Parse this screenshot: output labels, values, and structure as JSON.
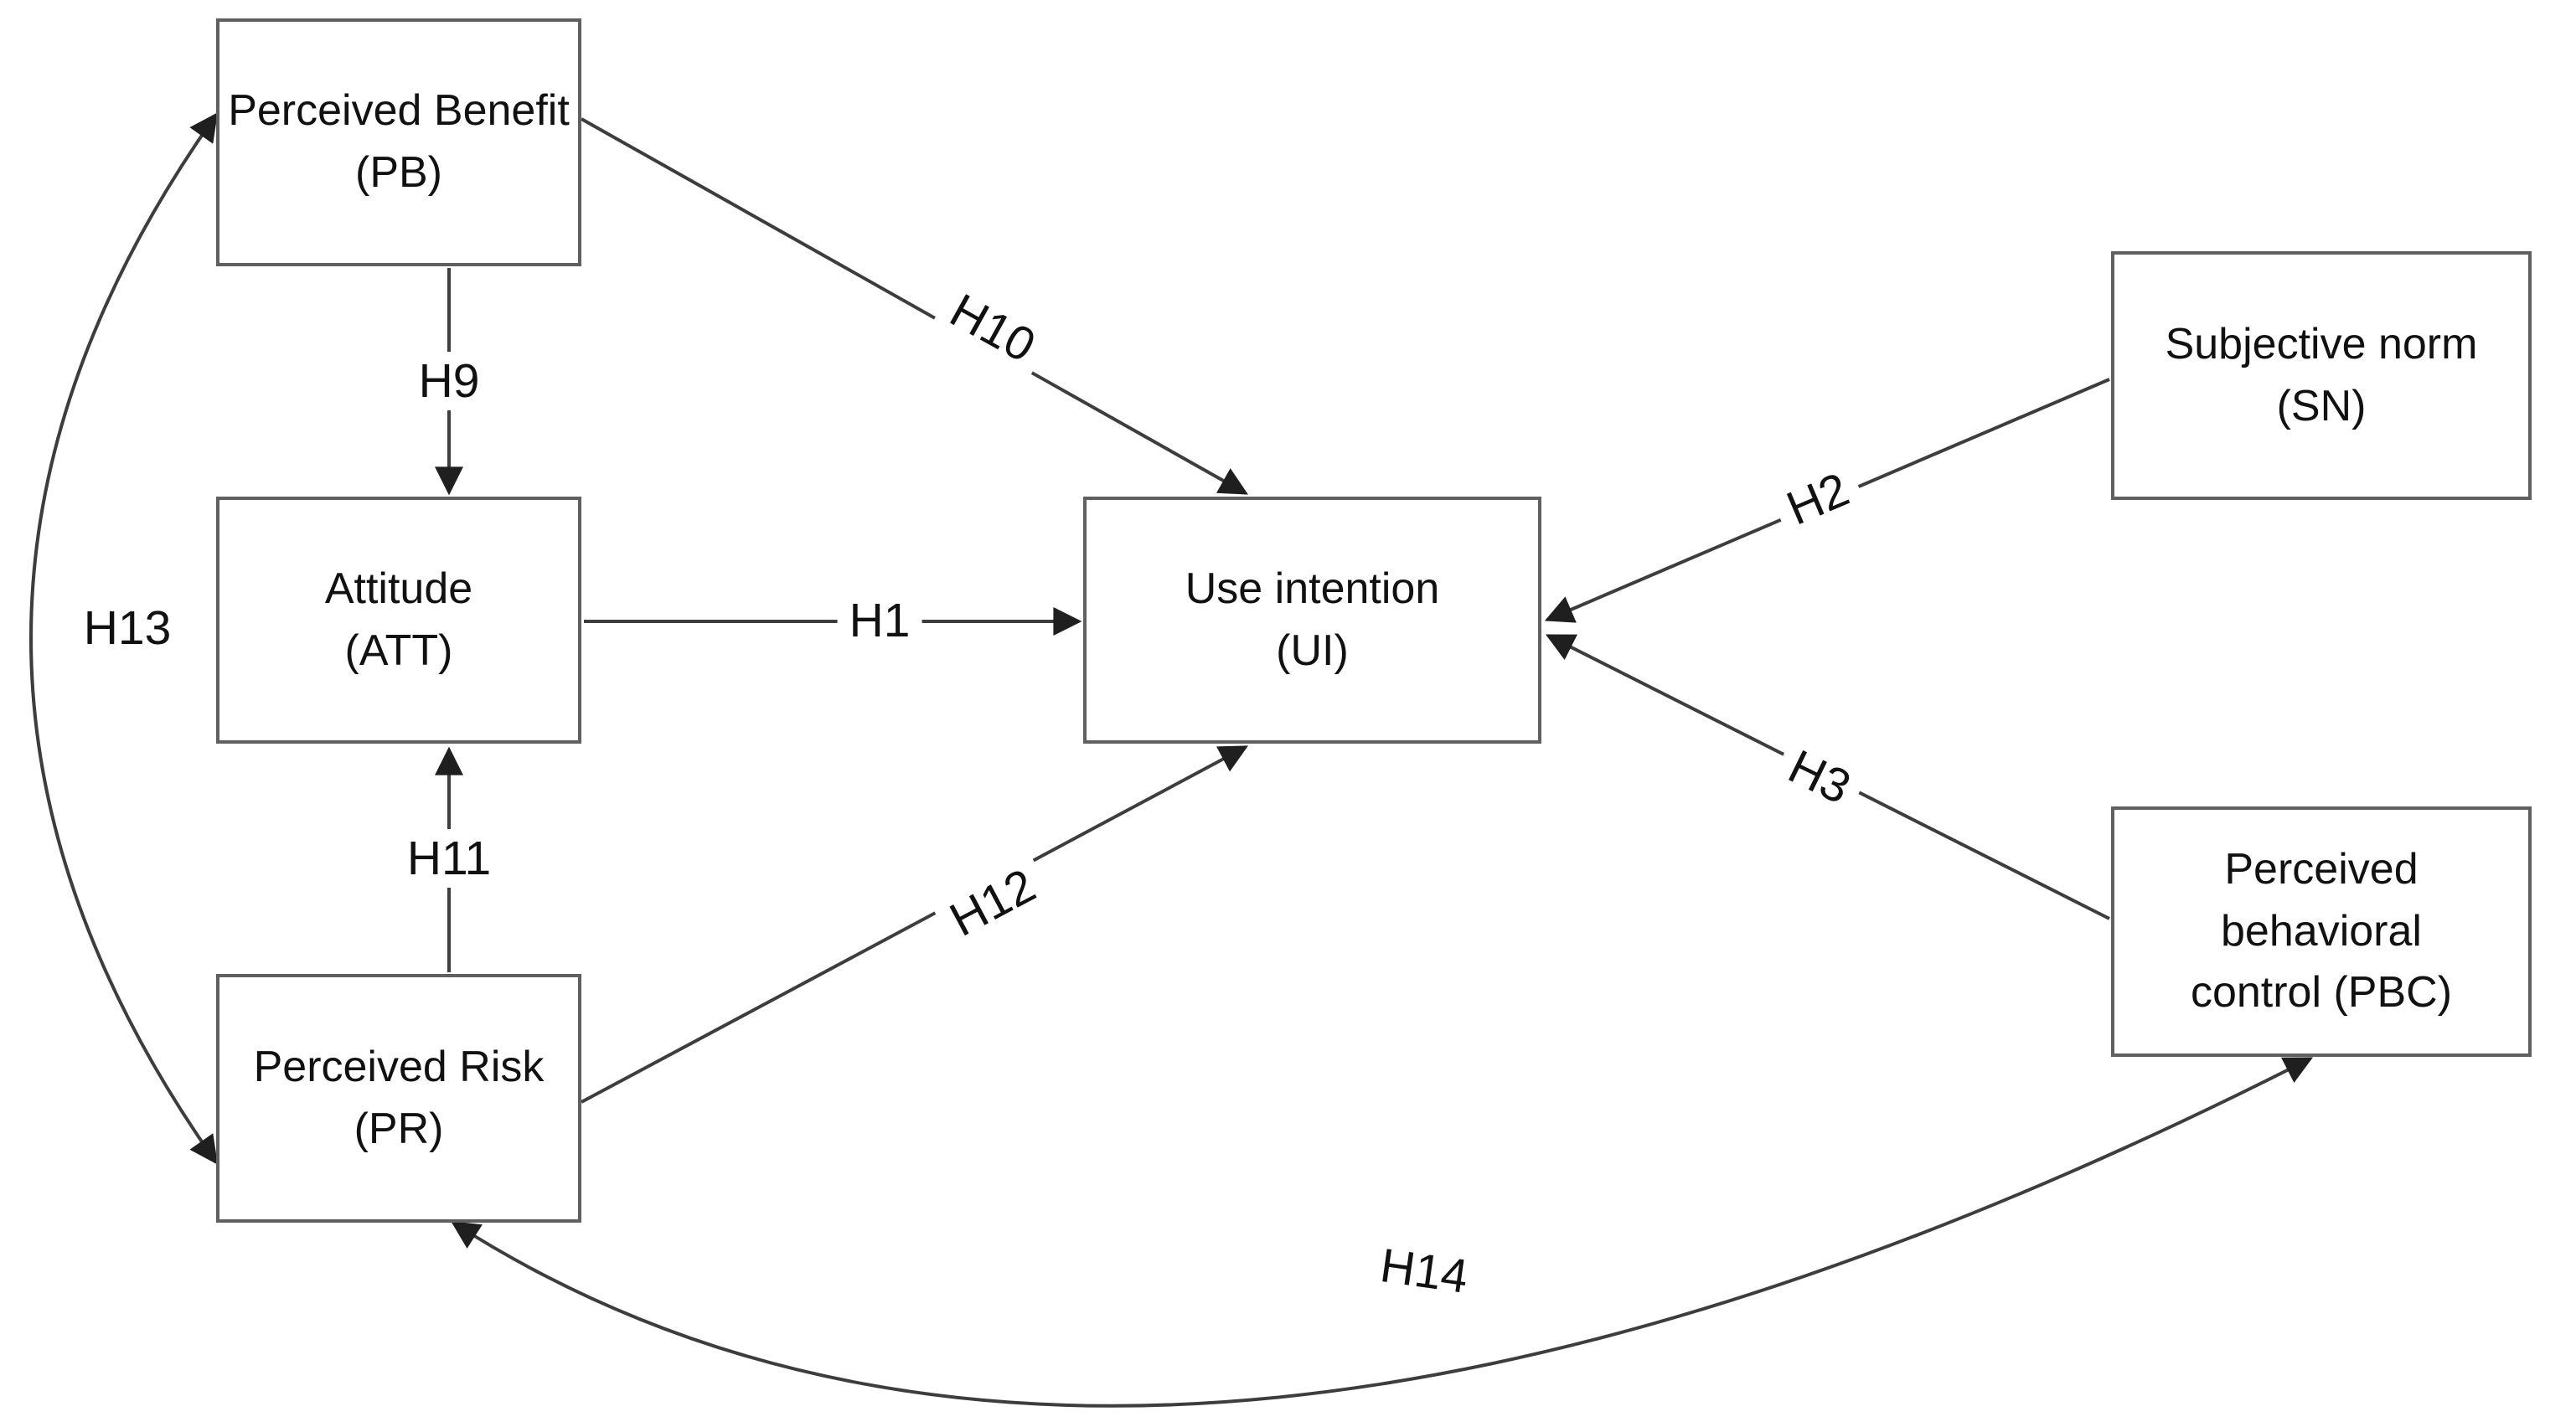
{
  "diagram_type": "structural-model-hypothesis-diagram",
  "nodes": {
    "pb": {
      "id": "PB",
      "lines": [
        "Perceived Benefit",
        "(PB)"
      ]
    },
    "att": {
      "id": "ATT",
      "lines": [
        "Attitude",
        "(ATT)"
      ]
    },
    "pr": {
      "id": "PR",
      "lines": [
        "Perceived Risk",
        "(PR)"
      ]
    },
    "ui": {
      "id": "UI",
      "lines": [
        "Use intention",
        "(UI)"
      ]
    },
    "sn": {
      "id": "SN",
      "lines": [
        "Subjective norm",
        "(SN)"
      ]
    },
    "pbc": {
      "id": "PBC",
      "lines": [
        "Perceived",
        "behavioral",
        "control (PBC)"
      ]
    }
  },
  "edges": {
    "h1": {
      "label": "H1",
      "from": "ATT",
      "to": "UI",
      "arrow": "single"
    },
    "h2": {
      "label": "H2",
      "from": "SN",
      "to": "UI",
      "arrow": "single"
    },
    "h3": {
      "label": "H3",
      "from": "PBC",
      "to": "UI",
      "arrow": "single"
    },
    "h9": {
      "label": "H9",
      "from": "PB",
      "to": "ATT",
      "arrow": "single"
    },
    "h10": {
      "label": "H10",
      "from": "PB",
      "to": "UI",
      "arrow": "single"
    },
    "h11": {
      "label": "H11",
      "from": "PR",
      "to": "ATT",
      "arrow": "single"
    },
    "h12": {
      "label": "H12",
      "from": "PR",
      "to": "UI",
      "arrow": "single"
    },
    "h13": {
      "label": "H13",
      "from": "PB",
      "to": "PR",
      "arrow": "double-curved"
    },
    "h14": {
      "label": "H14",
      "from": "PR",
      "to": "PBC",
      "arrow": "double-curved"
    }
  },
  "colors": {
    "background": "#ffffff",
    "box_border": "#606060",
    "line": "#3d3d3d",
    "arrowhead": "#1f1f1f",
    "text": "#111111"
  }
}
